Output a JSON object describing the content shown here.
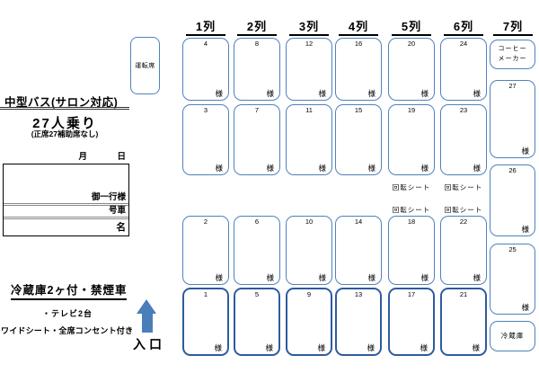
{
  "colors": {
    "seat_border": "#4f81bd",
    "seat_border_dark": "#2e5b9e",
    "arrow": "#4a7ebb"
  },
  "left_panel": {
    "bus_type": "中型バス(サロン対応)",
    "capacity": "27人乗り",
    "capacity_note": "(正席27補助席なし)",
    "month_label": "月",
    "day_label": "日",
    "party_label": "御一行様",
    "bus_number_label": "号車",
    "name_label": "名",
    "features_title": "冷蔵庫2ヶ付・禁煙車",
    "feature_tv": "・テレビ2台",
    "feature_seats": "ワイドシート・全席コンセント付き",
    "entrance_label": "入口"
  },
  "seat_map": {
    "driver_label": "運転席",
    "column_headers": [
      "1列",
      "2列",
      "3列",
      "4列",
      "5列",
      "6列",
      "7列"
    ],
    "guest_suffix": "様",
    "rotating_seat_label": "回転シート",
    "coffee_maker_label": "コーヒーメーカー",
    "fridge_label": "冷蔵庫",
    "rows": [
      [
        "4",
        "8",
        "12",
        "16",
        "20",
        "24"
      ],
      [
        "3",
        "7",
        "11",
        "15",
        "19",
        "23"
      ],
      [
        "2",
        "6",
        "10",
        "14",
        "18",
        "22"
      ],
      [
        "1",
        "5",
        "9",
        "13",
        "17",
        "21"
      ]
    ],
    "side_seats": [
      "27",
      "26",
      "25"
    ]
  }
}
